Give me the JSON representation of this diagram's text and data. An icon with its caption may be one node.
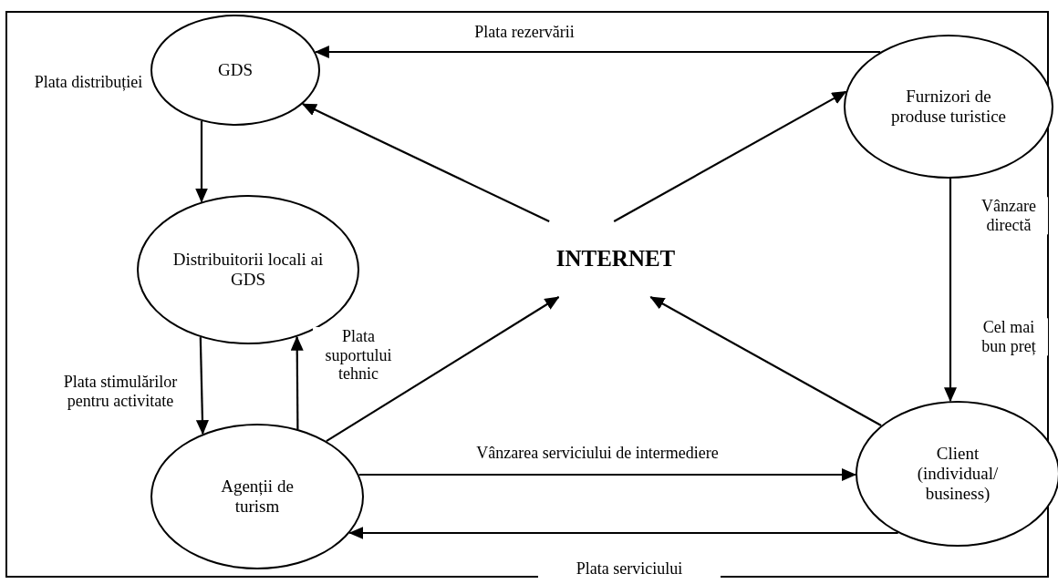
{
  "diagram": {
    "nodes": [
      {
        "text": [
          "GDS"
        ]
      },
      {
        "text": [
          "Furnizori de produse turistice"
        ]
      },
      {
        "text": [
          "Distribuitorii locali ai GDS"
        ]
      },
      {
        "text": [
          "INTERNET"
        ]
      },
      {
        "text": [
          "Agenții de turism"
        ]
      },
      {
        "text": [
          "Client (individual/ business)"
        ]
      }
    ],
    "edges": [
      {
        "from": 1,
        "to": 0,
        "arrow": "to",
        "label": "Plata rezervării"
      },
      {
        "from": 0,
        "to": 2,
        "arrow": "to",
        "label": "Plata distribuției"
      },
      {
        "from": 3,
        "to": 0,
        "arrow": "to"
      },
      {
        "from": 3,
        "to": 1,
        "arrow": "to"
      },
      {
        "from": 1,
        "to": 5,
        "arrow": "to",
        "label": "Vânzare directă"
      },
      {
        "from": 2,
        "to": 4,
        "arrow": "to",
        "label": "Plata stimulărilor pentru activitate"
      },
      {
        "from": 4,
        "to": 2,
        "arrow": "to",
        "label": "Plata suportului tehnic"
      },
      {
        "from": 4,
        "to": 3,
        "arrow": "to"
      },
      {
        "from": 5,
        "to": 3,
        "arrow": "to"
      },
      {
        "from": 4,
        "to": 5,
        "arrow": "to",
        "label": "Vânzarea serviciului de intermediere"
      },
      {
        "from": 5,
        "to": 4,
        "arrow": "to",
        "label": "Plata serviciului"
      }
    ],
    "labels": [
      "Cel mai bun preț"
    ]
  }
}
